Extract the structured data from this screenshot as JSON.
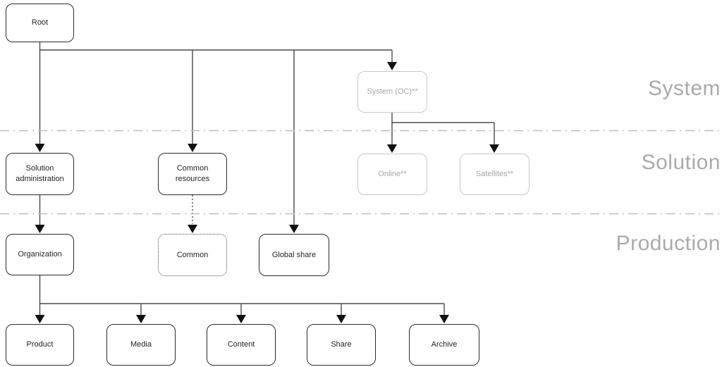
{
  "diagram": {
    "zones": [
      {
        "label": "System"
      },
      {
        "label": "Solution"
      },
      {
        "label": "Production"
      }
    ],
    "nodes": [
      {
        "id": "root",
        "label": "Root",
        "style": "solid"
      },
      {
        "id": "system-oc",
        "label": "System (OC)**",
        "style": "muted"
      },
      {
        "id": "solution-administration",
        "label": "Solution administration",
        "style": "solid"
      },
      {
        "id": "common-resources",
        "label": "Common resources",
        "style": "solid"
      },
      {
        "id": "online",
        "label": "Online**",
        "style": "muted"
      },
      {
        "id": "satellites",
        "label": "Satellites**",
        "style": "muted"
      },
      {
        "id": "common",
        "label": "Common",
        "style": "dotted"
      },
      {
        "id": "global-share",
        "label": "Global share",
        "style": "solid"
      },
      {
        "id": "organization",
        "label": "Organization",
        "style": "solid"
      },
      {
        "id": "product",
        "label": "Product",
        "style": "solid"
      },
      {
        "id": "media",
        "label": "Media",
        "style": "solid"
      },
      {
        "id": "content",
        "label": "Content",
        "style": "solid"
      },
      {
        "id": "share",
        "label": "Share",
        "style": "solid"
      },
      {
        "id": "archive",
        "label": "Archive",
        "style": "solid"
      }
    ],
    "edges": [
      {
        "from": "root",
        "to": "solution-administration",
        "style": "solid"
      },
      {
        "from": "root",
        "to": "common-resources",
        "style": "solid"
      },
      {
        "from": "root",
        "to": "global-share",
        "style": "solid"
      },
      {
        "from": "root",
        "to": "system-oc",
        "style": "solid"
      },
      {
        "from": "system-oc",
        "to": "online",
        "style": "solid"
      },
      {
        "from": "system-oc",
        "to": "satellites",
        "style": "solid"
      },
      {
        "from": "solution-administration",
        "to": "organization",
        "style": "solid"
      },
      {
        "from": "common-resources",
        "to": "common",
        "style": "dotted"
      },
      {
        "from": "organization",
        "to": "product",
        "style": "solid"
      },
      {
        "from": "organization",
        "to": "media",
        "style": "solid"
      },
      {
        "from": "organization",
        "to": "content",
        "style": "solid"
      },
      {
        "from": "organization",
        "to": "share",
        "style": "solid"
      },
      {
        "from": "organization",
        "to": "archive",
        "style": "solid"
      }
    ],
    "colors": {
      "background": "#ffffff",
      "line": "#4a4a4a",
      "arrow": "#111111",
      "box_border": "#2b2b2b",
      "muted_border": "#c7c7c7",
      "muted_text": "#a6a6a6",
      "zone_label": "#aaaaaa",
      "divider": "#bdbdbd"
    }
  }
}
